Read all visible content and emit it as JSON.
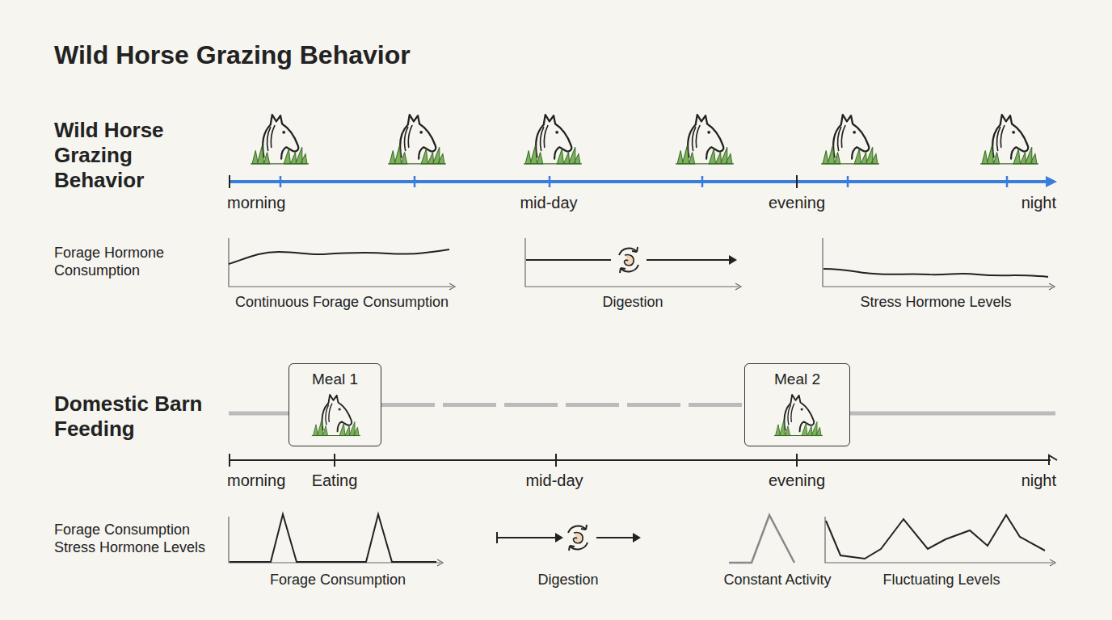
{
  "diagram": {
    "title": "Wild Horse Grazing Behavior",
    "nodes": [
      {
        "text": [
          "Meal 1"
        ]
      },
      {
        "text": [
          "Meal 2"
        ]
      }
    ],
    "edges": [
      {
        "from": 0,
        "to": 1,
        "arrow": "none"
      }
    ],
    "labels": [
      "Wild Horse Grazing Behavior",
      "morning",
      "mid-day",
      "evening",
      "night",
      "Forage Hormone Consumption",
      "Continuous Forage Consumption",
      "Digestion",
      "Stress Hormone Levels",
      "Domestic Barn Feeding",
      "morning",
      "Eating",
      "mid-day",
      "evening",
      "night",
      "Forage Consumption Stress Hormone Levels",
      "Forage Consumption",
      "Digestion",
      "Constant Activity",
      "Fluctuating Levels"
    ]
  }
}
